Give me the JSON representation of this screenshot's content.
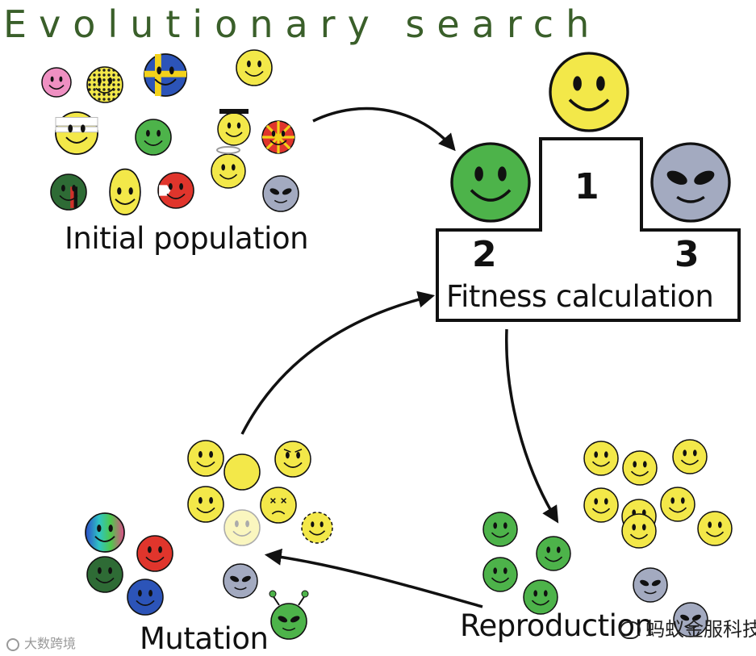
{
  "title": "Evolutionary search",
  "stages": {
    "initial": "Initial population",
    "fitness": "Fitness calculation",
    "reproduction": "Reproduction",
    "mutation": "Mutation"
  },
  "ranks": [
    "1",
    "2",
    "3"
  ],
  "watermarks": {
    "right": "蚂蚁金服科技",
    "left": "大数跨境"
  },
  "colors": {
    "title": "#3a5f2a",
    "yellow": "#f3e849",
    "green": "#4db34a",
    "alien_grey": "#a3aac0",
    "red": "#e0352c",
    "pink": "#ef90c2",
    "blue": "#2c54b8",
    "dark_green": "#2e6b35"
  }
}
